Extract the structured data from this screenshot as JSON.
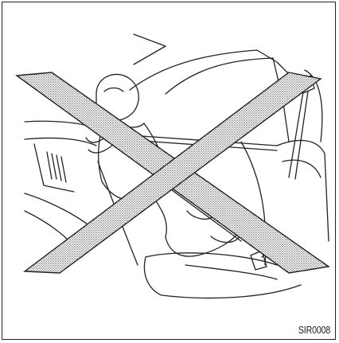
{
  "figure": {
    "code": "SIR0008",
    "depiction": "child-standing-in-vehicle-with-seat-belt",
    "overlay": "prohibited-x-mark",
    "colors": {
      "line": "#222222",
      "frame": "#222222",
      "x_fill_dots": "#555555",
      "background": "#ffffff"
    }
  }
}
